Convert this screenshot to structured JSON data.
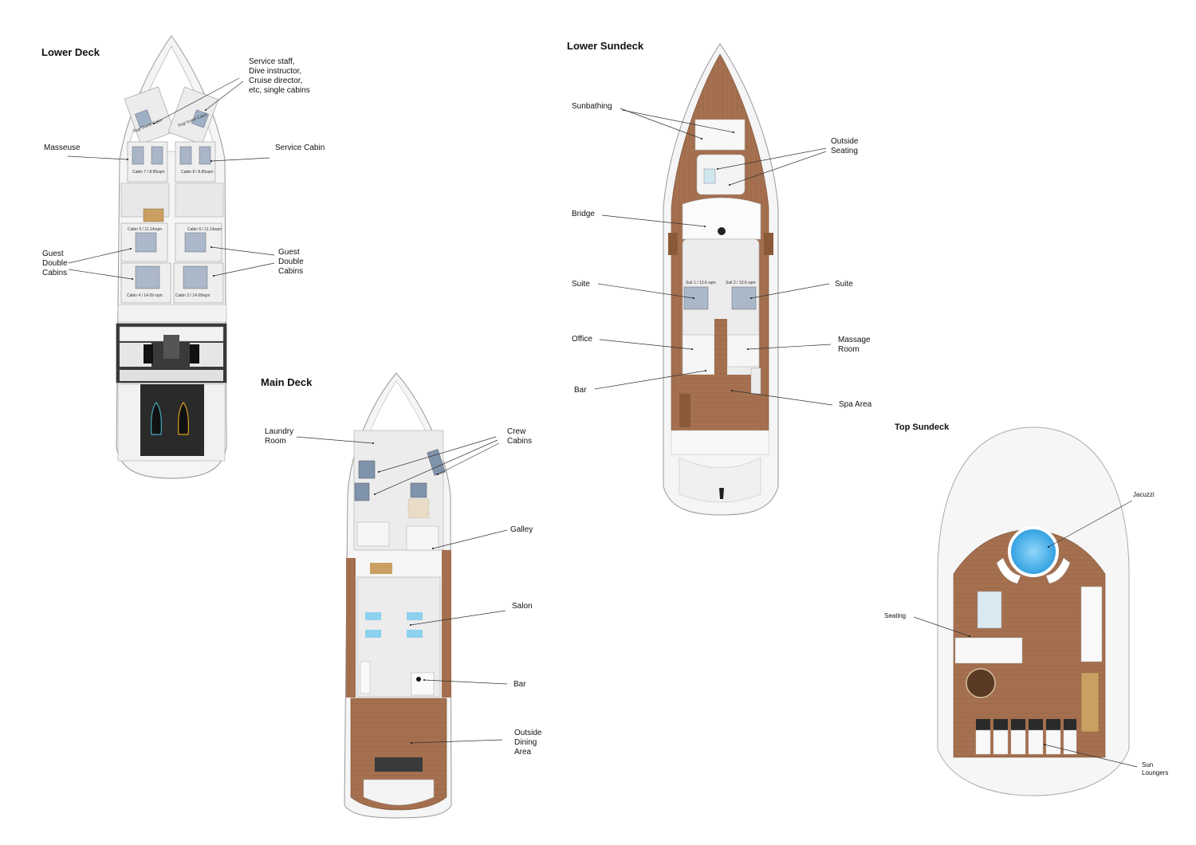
{
  "decks": {
    "lower_deck": {
      "title": "Lower Deck",
      "labels": {
        "service_staff": "Service staff,\nDive instructor,\nCruise director,\netc, single cabins",
        "masseuse": "Masseuse",
        "service_cabin": "Service Cabin",
        "guest_left": "Guest\nDouble\nCabins",
        "guest_right": "Guest\nDouble\nCabins"
      },
      "room_labels": {
        "cabin7": "Cabin 7 / 8.85sqm",
        "cabin8": "Cabin 8 / 8.85sqm",
        "cabin5": "Cabin 5 / 11.14sqm",
        "cabin6": "Cabin 6 / 11.14sqm",
        "cabin4": "Cabin 4 / 14.09 sqm",
        "cabin3": "Cabin 3 / 14.09sqm",
        "guest_cabin_l": "Ssgl Guest Cabin",
        "guest_cabin_r": "Sngl Guest Cabin"
      }
    },
    "main_deck": {
      "title": "Main Deck",
      "labels": {
        "laundry": "Laundry\nRoom",
        "crew": "Crew\nCabins",
        "galley": "Galley",
        "salon": "Salon",
        "bar": "Bar",
        "dining": "Outside\nDining\nArea"
      }
    },
    "lower_sundeck": {
      "title": "Lower Sundeck",
      "labels": {
        "sunbathing": "Sunbathing",
        "outside_seating": "Outside\nSeating",
        "bridge": "Bridge",
        "suite_left": "Suite",
        "suite_right": "Suite",
        "office": "Office",
        "massage": "Massage\nRoom",
        "bar": "Bar",
        "spa": "Spa Area"
      },
      "room_labels": {
        "suite1": "Suit 1 / 13.6 sqm",
        "suite2": "Suit 2 / 13.6 sqm"
      }
    },
    "top_sundeck": {
      "title": "Top Sundeck",
      "labels": {
        "jacuzzi": "Jacuzzi",
        "seating": "Seating",
        "sun_loungers": "Sun\nLoungers"
      }
    }
  },
  "colors": {
    "teak": "#a4704f",
    "hull": "#f4f4f4",
    "outline": "#9a9a9a",
    "water": "#4fb3e8",
    "leader": "#333333"
  }
}
